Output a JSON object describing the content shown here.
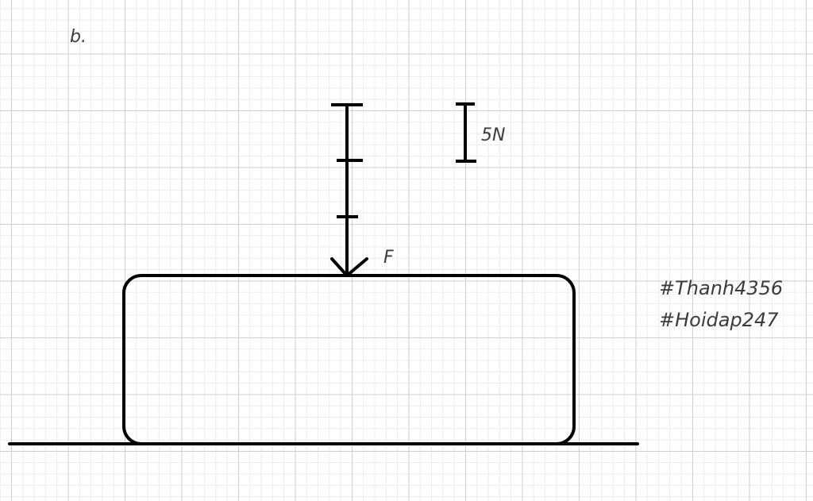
{
  "part_label": "b.",
  "scale": {
    "label": "5N",
    "newtons_per_segment": 5
  },
  "force": {
    "label": "F",
    "segments": 3,
    "direction": "down"
  },
  "hashtags": [
    "#Thanh4356",
    "#Hoidap247"
  ],
  "colors": {
    "line": "#000000",
    "text": "#3b3b3b",
    "grid_major": "#d0d0d0",
    "grid_minor": "#ececec"
  }
}
